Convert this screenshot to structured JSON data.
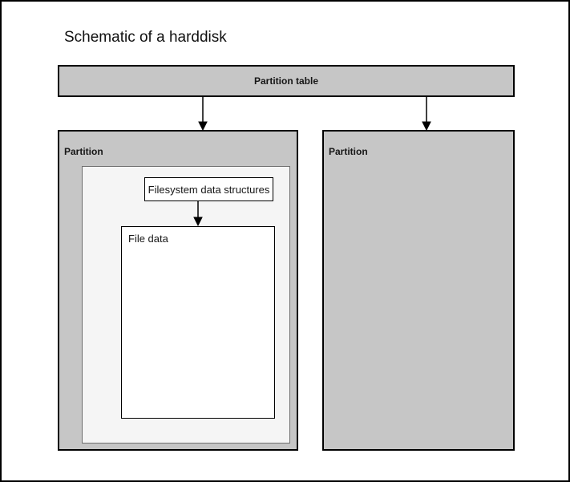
{
  "title": "Schematic of a harddisk",
  "colors": {
    "canvas_border": "#000000",
    "gray_box_fill": "#c6c6c6",
    "inner_box_fill": "#f5f5f5",
    "white_box_fill": "#ffffff",
    "dark_border": "#000000",
    "inner_box_border": "#6e6e6e",
    "text": "#161616",
    "arrow": "#000000"
  },
  "nodes": {
    "partition_table": {
      "label": "Partition table"
    },
    "partition_left": {
      "label": "Partition"
    },
    "partition_right": {
      "label": "Partition"
    },
    "filesystem_structures": {
      "label": "Filesystem data structures"
    },
    "file_data": {
      "label": "File data"
    }
  },
  "arrows": [
    {
      "from": "partition_table",
      "to": "partition_left"
    },
    {
      "from": "partition_table",
      "to": "partition_right"
    },
    {
      "from": "filesystem_structures",
      "to": "file_data"
    }
  ]
}
